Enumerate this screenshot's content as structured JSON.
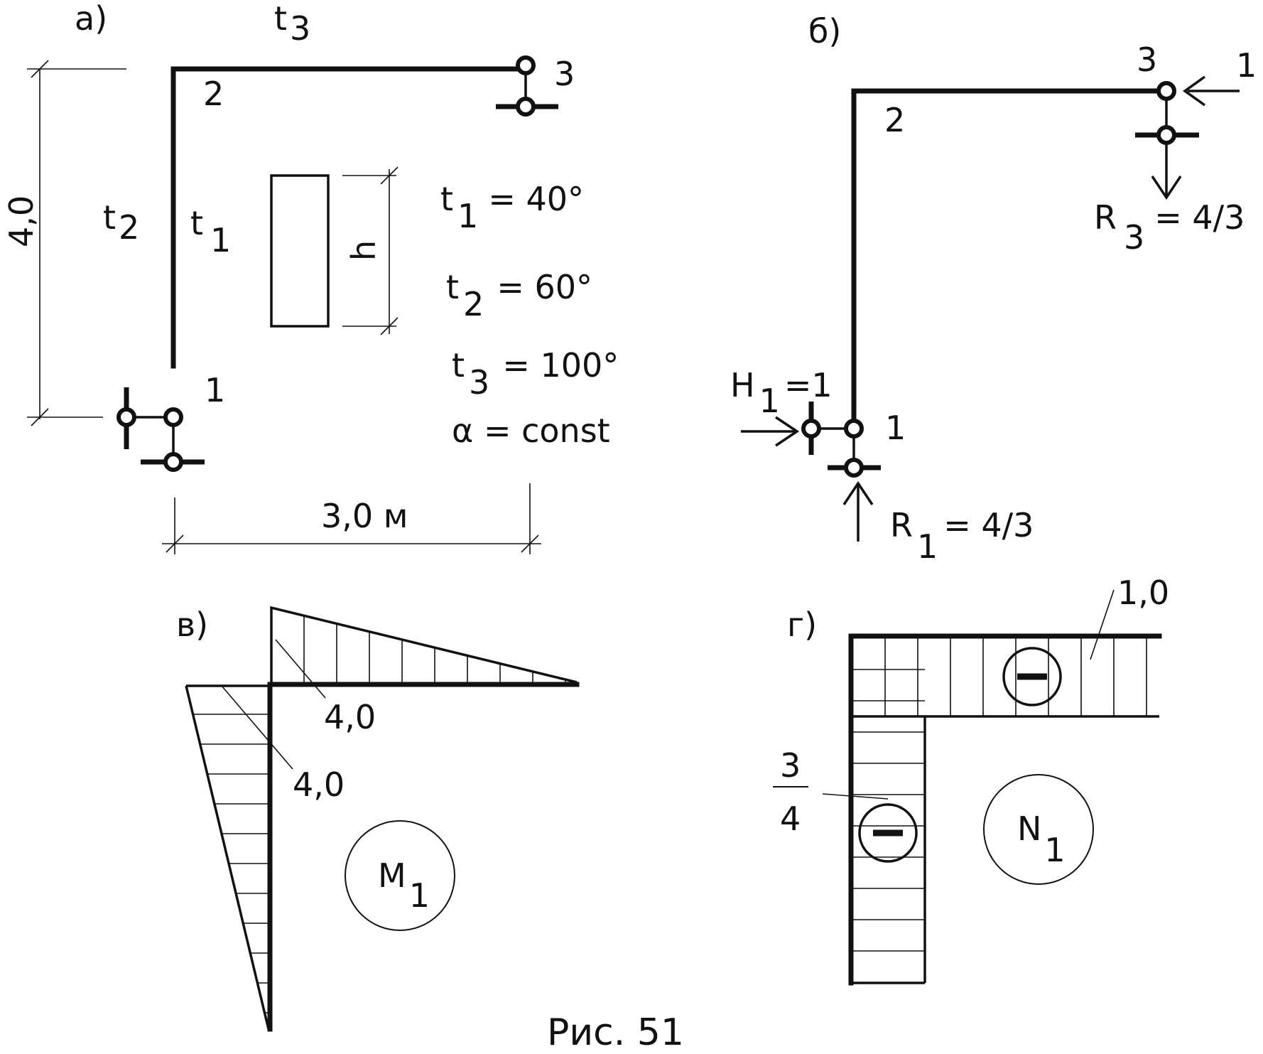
{
  "panel_a": {
    "label": "а)",
    "dim_height": "4,0",
    "dim_width": "3,0 м",
    "section_dim": "h",
    "node_1": "1",
    "node_2": "2",
    "node_3": "3",
    "t1": {
      "base": "t",
      "sub": "1"
    },
    "t2": {
      "base": "t",
      "sub": "2"
    },
    "t3": {
      "base": "t",
      "sub": "3"
    },
    "eq_t1": {
      "base": "t",
      "sub": "1",
      "rhs": "= 40°"
    },
    "eq_t2": {
      "base": "t",
      "sub": "2",
      "rhs": "= 60°"
    },
    "eq_t3": {
      "base": "t",
      "sub": "3",
      "rhs": "= 100°"
    },
    "alpha": "α = const"
  },
  "panel_b": {
    "label": "б)",
    "node_1": "1",
    "node_2": "2",
    "node_3": "3",
    "force_1": "1",
    "H1": {
      "base": "H",
      "sub": "1",
      "rhs": "=1"
    },
    "R1": {
      "base": "R",
      "sub": "1",
      "rhs": "= 4/3"
    },
    "R3": {
      "base": "R",
      "sub": "3",
      "rhs": "= 4/3"
    }
  },
  "panel_v": {
    "label": "в)",
    "value_top": "4,0",
    "value_side": "4,0",
    "diagram": {
      "base": "M",
      "sub": "1"
    }
  },
  "panel_g": {
    "label": "г)",
    "value_beam": "1,0",
    "frac_num": "3",
    "frac_den": "4",
    "sign_beam": "−",
    "sign_column": "−",
    "diagram": {
      "base": "N",
      "sub": "1"
    }
  },
  "caption": "Рис. 51"
}
